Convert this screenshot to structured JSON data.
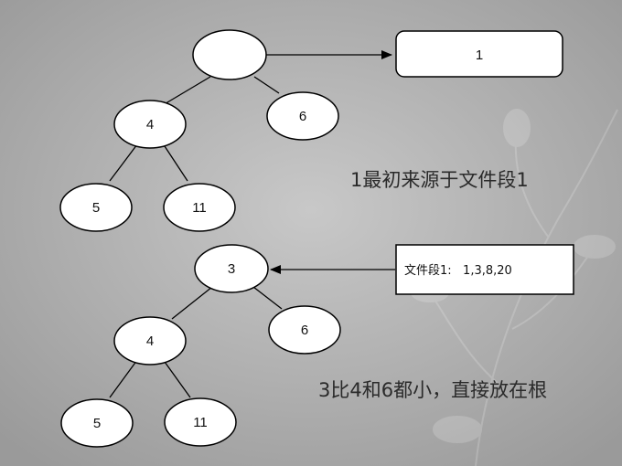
{
  "diagram": {
    "top_tree": {
      "nodes": {
        "root": "",
        "n4": "4",
        "n6": "6",
        "n5": "5",
        "n11": "11"
      },
      "source_box": "1",
      "caption": "1最初来源于文件段1"
    },
    "bottom_tree": {
      "nodes": {
        "root": "3",
        "n4": "4",
        "n6": "6",
        "n5": "5",
        "n11": "11"
      },
      "source_box": "文件段1:   1,3,8,20",
      "caption": "3比4和6都小，直接放在根"
    }
  }
}
